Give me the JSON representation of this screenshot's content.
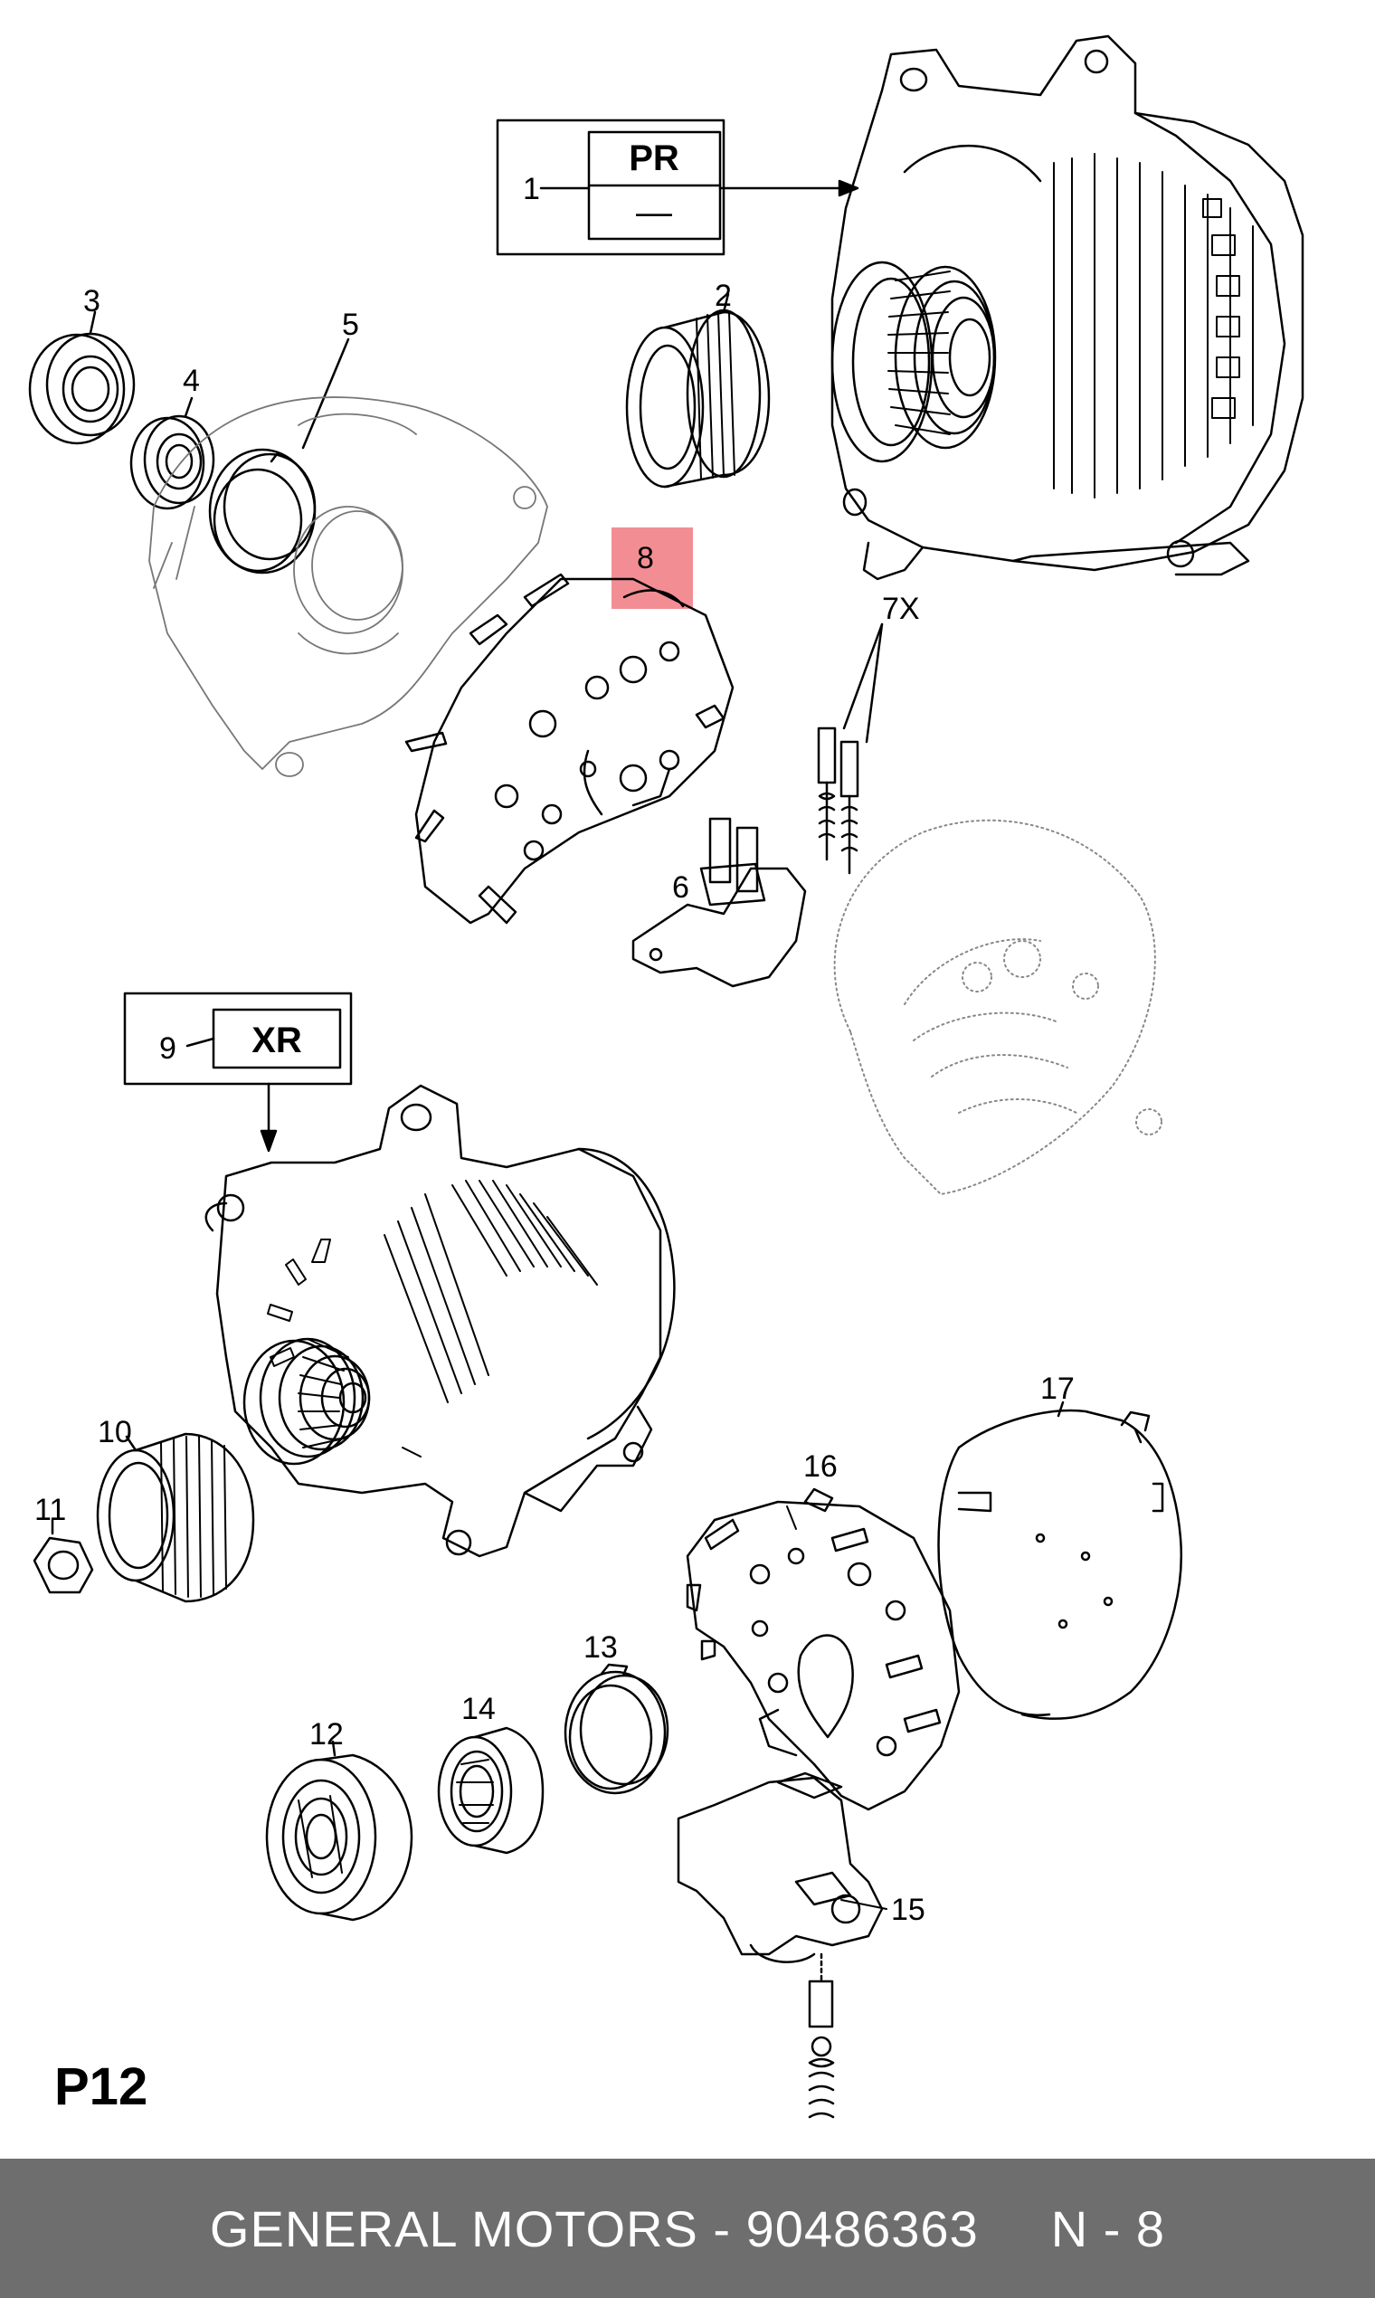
{
  "diagram": {
    "page_label": "P12",
    "highlight_color": "#f07a80",
    "callouts": {
      "c1": "1",
      "c2": "2",
      "c3": "3",
      "c4": "4",
      "c5": "5",
      "c6": "6",
      "c7x": "7X",
      "c8": "8",
      "c9": "9",
      "c10": "10",
      "c11": "11",
      "c12": "12",
      "c13": "13",
      "c14": "14",
      "c15": "15",
      "c16": "16",
      "c17": "17"
    },
    "box_pr": {
      "code": "PR",
      "dash": "—"
    },
    "box_xr": {
      "code": "XR"
    }
  },
  "footer": {
    "brand_part": "GENERAL MOTORS - 90486363",
    "page_ref": "N - 8"
  }
}
